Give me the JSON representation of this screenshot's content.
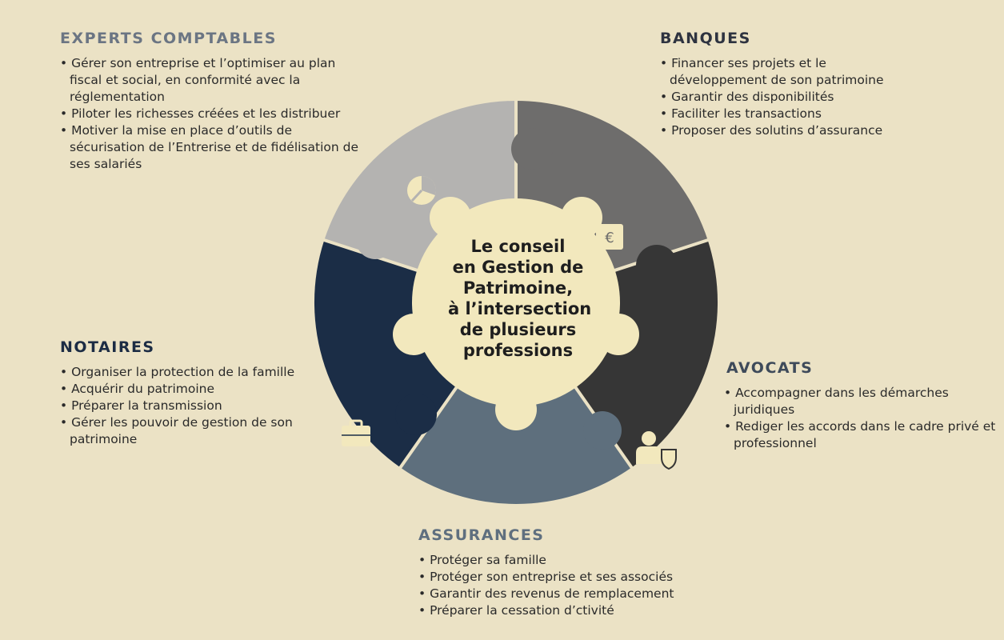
{
  "center": {
    "lines": [
      "Le conseil",
      "en Gestion de",
      "Patrimoine,",
      "à l’intersection",
      "de plusieurs",
      "professions"
    ]
  },
  "experts": {
    "title": "EXPERTS COMPTABLES",
    "items": [
      "Gérer son entreprise et l’optimiser au plan fiscal et social, en conformité avec la réglementation",
      "Piloter les richesses créées et les distribuer",
      "Motiver la mise en place d’outils de sécurisation de l’Entrerise et de fidélisation de ses salariés"
    ]
  },
  "banques": {
    "title": "BANQUES",
    "items": [
      "Financer ses projets et le développement de son patrimoine",
      "Garantir des disponibilités",
      "Faciliter les transactions",
      "Proposer des solutins d’assurance"
    ]
  },
  "notaires": {
    "title": "NOTAIRES",
    "items": [
      "Organiser la protection de la famille",
      "Acquérir du patrimoine",
      "Préparer la transmission",
      "Gérer les pouvoir de gestion de son patrimoine"
    ]
  },
  "avocats": {
    "title": "AVOCATS",
    "items": [
      "Accompagner dans les démarches juridiques",
      "Rediger les accords dans le cadre privé et professionnel"
    ]
  },
  "assurances": {
    "title": "ASSURANCES",
    "items": [
      "Protéger sa famille",
      "Protéger son entreprise et ses associés",
      "Garantir des revenus de remplacement",
      "Préparer la cessation d’ctivité"
    ]
  },
  "colors": {
    "background": "#ebe2c5",
    "experts": "#b4b3b1",
    "banques": "#6e6d6c",
    "avocats": "#363636",
    "assurances": "#5e6f7d",
    "notaires": "#1b2d46",
    "center": "#f2e8bd"
  },
  "icons": {
    "experts": "pie-chart-icon",
    "banques": "euro-bill-icon",
    "avocats": "lawyer-shield-icon",
    "assurances": "checkbox-icon",
    "notaires": "briefcase-icon"
  }
}
